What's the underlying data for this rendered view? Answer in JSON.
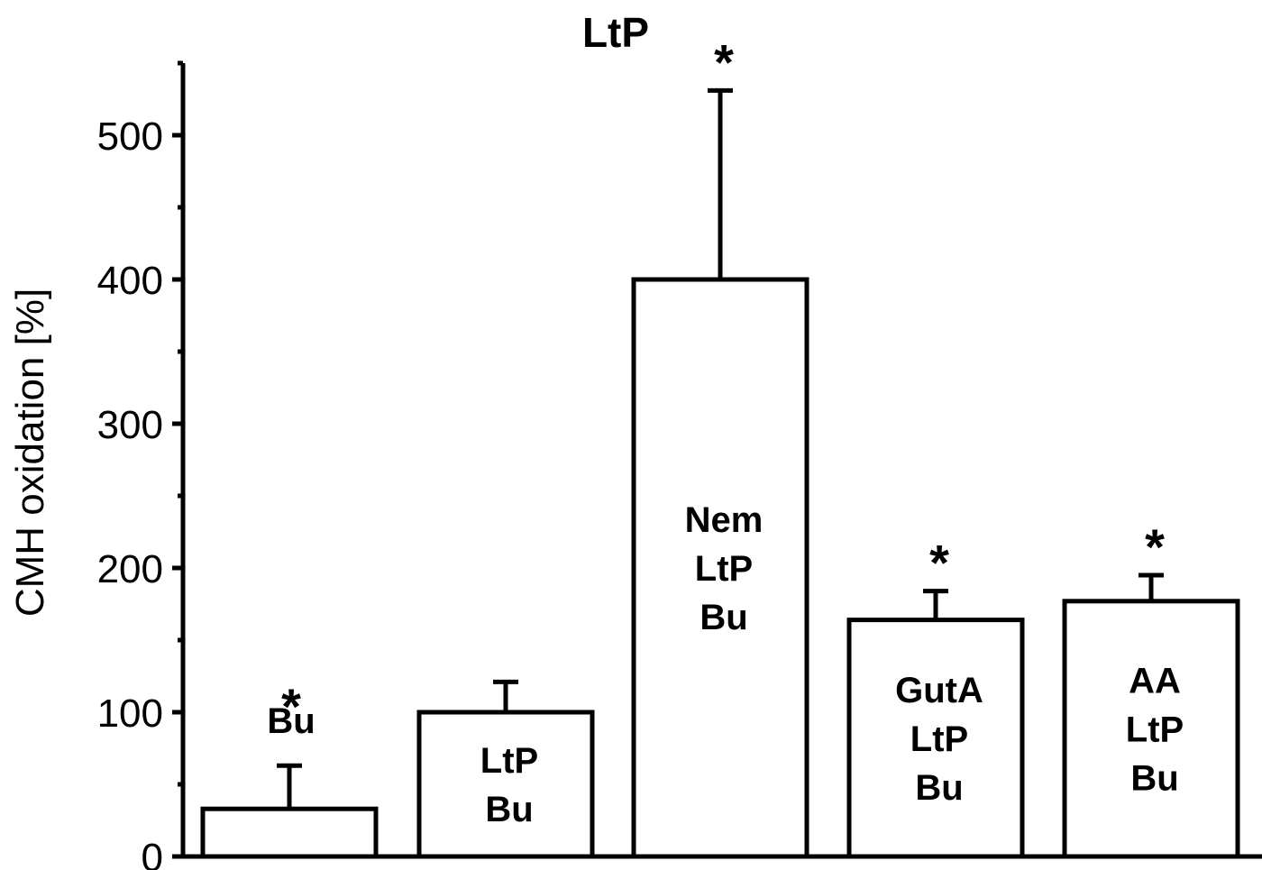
{
  "chart_data": {
    "type": "bar",
    "title": "LtP",
    "xlabel": "",
    "ylabel": "CMH oxidation [%]",
    "ylim": [
      0,
      550
    ],
    "yticks": [
      0,
      100,
      200,
      300,
      400,
      500
    ],
    "minor_ticks": true,
    "grid": false,
    "legend": null,
    "categories": [
      "Bu",
      "LtP Bu",
      "Nem LtP Bu",
      "GutA LtP Bu",
      "AA LtP Bu"
    ],
    "bar_labels": [
      [
        "Bu"
      ],
      [
        "LtP",
        "Bu"
      ],
      [
        "Nem",
        "LtP",
        "Bu"
      ],
      [
        "GutA",
        "LtP",
        "Bu"
      ],
      [
        "AA",
        "LtP",
        "Bu"
      ]
    ],
    "values": [
      33,
      100,
      400,
      164,
      177
    ],
    "error_upper": [
      63,
      121,
      531,
      184,
      195
    ],
    "significant": [
      true,
      false,
      true,
      true,
      true
    ],
    "significance_marker": "*",
    "bar_fill": "#ffffff",
    "bar_stroke": "#000000"
  }
}
